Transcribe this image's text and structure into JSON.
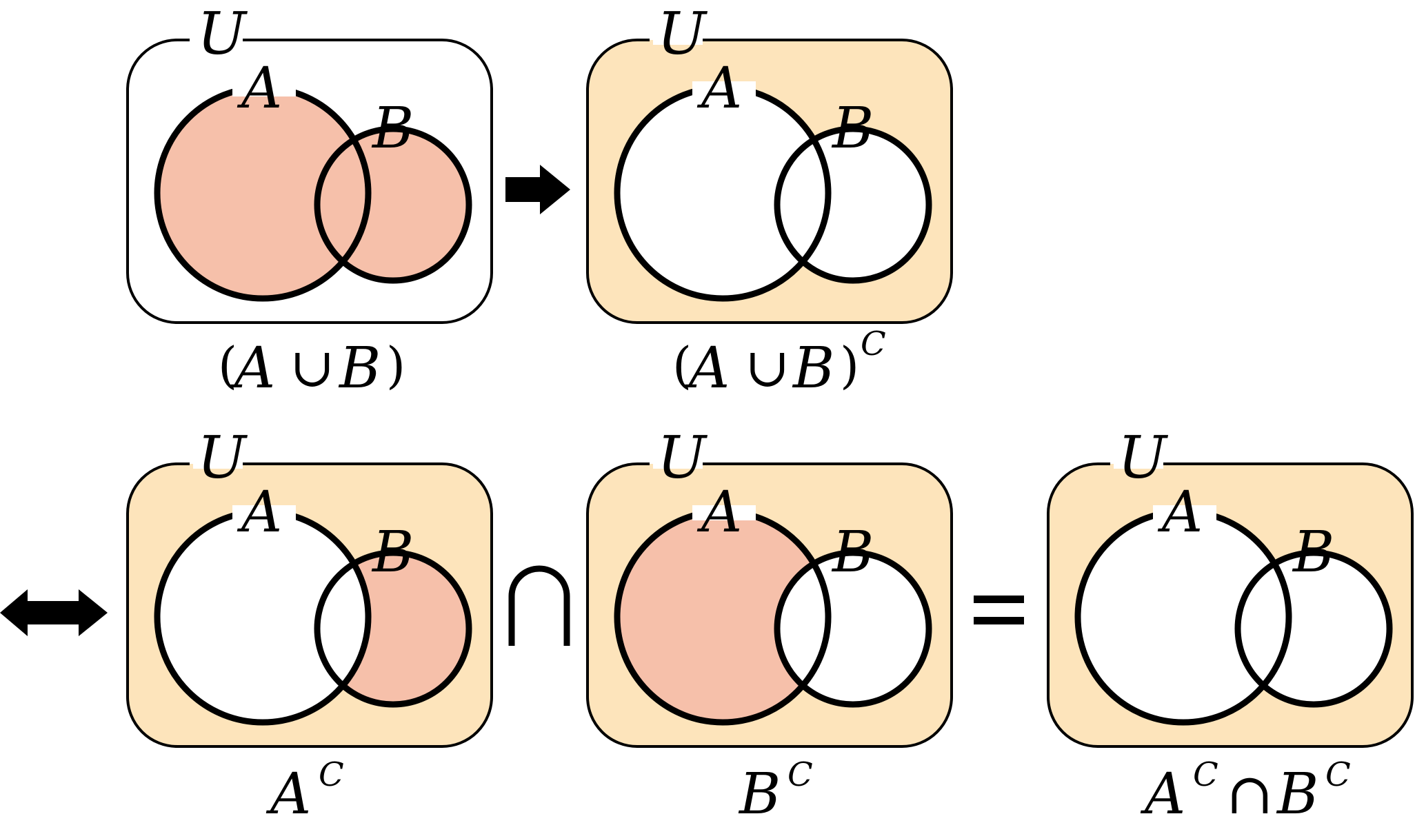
{
  "colors": {
    "universe_fill": "#fde4bb",
    "set_fill": "#f6c0aa",
    "empty_fill": "#ffffff",
    "stroke": "#000000"
  },
  "labels": {
    "universe": "U",
    "set_a": "A",
    "set_b": "B",
    "complement_sup": "C"
  },
  "panels": [
    {
      "id": "union",
      "caption": {
        "open": "(",
        "a": "A",
        "op": "∪",
        "b": "B",
        "close": ")",
        "sup": ""
      },
      "shade": {
        "outside": false,
        "a_only": true,
        "b_only": true,
        "both": true
      }
    },
    {
      "id": "union-complement",
      "caption": {
        "open": "(",
        "a": "A",
        "op": "∪",
        "b": "B",
        "close": ")",
        "sup": "C"
      },
      "shade": {
        "outside": true,
        "a_only": false,
        "b_only": false,
        "both": false
      }
    },
    {
      "id": "a-complement",
      "caption": {
        "a": "A",
        "sup": "C"
      },
      "shade": {
        "outside": true,
        "a_only": false,
        "b_only": true,
        "both": false
      }
    },
    {
      "id": "b-complement",
      "caption": {
        "a": "B",
        "sup": "C"
      },
      "shade": {
        "outside": true,
        "a_only": true,
        "b_only": false,
        "both": false
      }
    },
    {
      "id": "intersection-of-complements",
      "caption": {
        "a": "A",
        "sup_a": "C",
        "op": "∩",
        "b": "B",
        "sup_b": "C"
      },
      "shade": {
        "outside": true,
        "a_only": false,
        "b_only": false,
        "both": false
      }
    }
  ],
  "operators": {
    "intersect": "∩",
    "equals": "="
  },
  "arrows": {
    "implies": "right-arrow-icon",
    "iff": "double-arrow-icon"
  }
}
